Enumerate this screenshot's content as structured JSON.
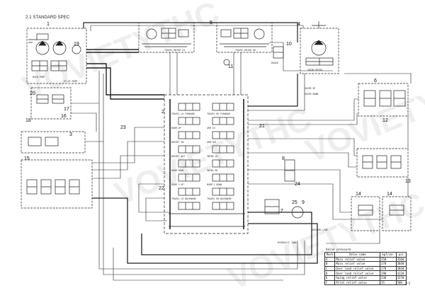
{
  "sheet": {
    "title": "2.1  STANDARD SPEC",
    "page_number": "2-1"
  },
  "callouts": [
    "1",
    "2",
    "3",
    "4",
    "5",
    "6",
    "7",
    "8",
    "9",
    "10",
    "11",
    "12",
    "13",
    "14",
    "14",
    "15",
    "16",
    "17",
    "18",
    "19",
    "20",
    "21",
    "22",
    "23",
    "24",
    "25"
  ],
  "component_labels": {
    "travel_lh": "TRAVEL MOTOR LH",
    "travel_rh": "TRAVEL MOTOR RH",
    "swing_motor": "SWING MOTOR",
    "drain": "DRAIN",
    "travel_lh_forward": "TRAVEL LH FORWARD",
    "travel_lh_backward": "TRAVEL LH BACKWARD",
    "travel_rh_forward": "TRAVEL RH FORWARD",
    "travel_rh_backward": "TRAVEL RH BACKWARD",
    "boom_up": "BOOM UP",
    "boom_down": "BOOM DOWN",
    "arm_in": "ARM IN",
    "arm_out": "ARM OUT",
    "bucket_in": "BUCKET IN",
    "bucket_out": "BUCKET OUT",
    "swing_lh": "SWING LH",
    "swing_rh": "SWING RH",
    "boom_2_up": "BOOM 2 UP",
    "boom_2_down": "BOOM 2 DOWN",
    "hydraulic_tank": "HYDRAULIC TANK",
    "breaker_line": "BREAKER LINE",
    "dozer_up": "DOZER UP",
    "dozer_down": "DOZER DOWN",
    "pilot_pump": "PILOT PUMP",
    "main_pump": "MAIN PUMP"
  },
  "pressure_table": {
    "caption": "Valve pressure",
    "headers": [
      "Mark",
      "Valve name",
      "kgf/cm²",
      "psi"
    ],
    "rows": [
      [
        "A",
        "Main relief valve",
        "250",
        "3560"
      ],
      [
        "B",
        "Main relief valve",
        "270",
        "3840"
      ],
      [
        "C",
        "Over load relief valve",
        "270",
        "3840"
      ],
      [
        "D",
        "Over load relief valve",
        "290",
        "4120"
      ],
      [
        "E",
        "Swing relief valve",
        "230",
        "3270"
      ],
      [
        "F",
        "Pilot relief valve",
        "35",
        "500"
      ]
    ]
  },
  "watermark": {
    "text": "VOVIETYTHC"
  }
}
